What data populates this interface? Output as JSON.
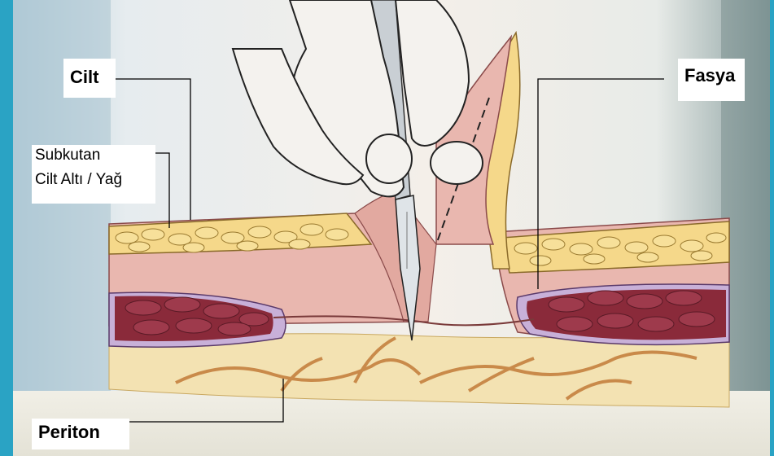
{
  "labels": {
    "cilt": "Cilt",
    "subkutan_line1": "Subkutan",
    "subkutan_line2": "Cilt Altı / Yağ",
    "fasya": "Fasya",
    "periton": "Periton"
  },
  "colors": {
    "frame": "#2aa3c4",
    "background_haze": "#eef0ee",
    "fat": "#f5d88a",
    "fat_outline": "#b08a2a",
    "skin": "#e8b4ad",
    "muscle": "#8a2a3a",
    "muscle_sheath": "#b9a0d0",
    "vessels": "#c98a4a",
    "leader_lines": "#000000"
  },
  "icons": [
    "surgeon-hands-illustration",
    "scalpel-icon"
  ]
}
